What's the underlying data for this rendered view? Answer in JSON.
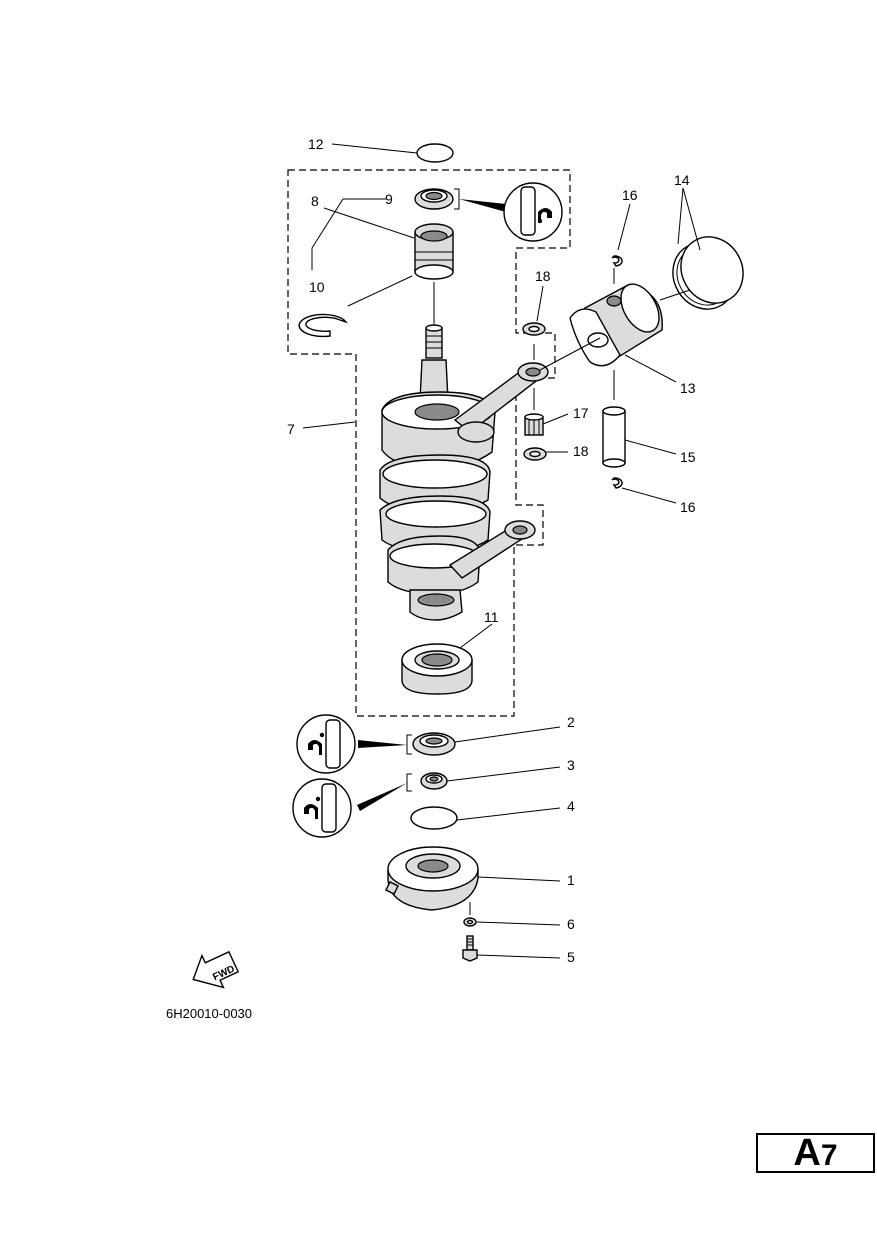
{
  "diagram": {
    "part_code": "6H20010-0030",
    "page_letter": "A",
    "page_number": "7",
    "fwd_label": "FWD",
    "callouts": {
      "c1": "1",
      "c2": "2",
      "c3": "3",
      "c4": "4",
      "c5": "5",
      "c6": "6",
      "c7": "7",
      "c8": "8",
      "c9": "9",
      "c10": "10",
      "c11": "11",
      "c12": "12",
      "c13": "13",
      "c14": "14",
      "c15": "15",
      "c16a": "16",
      "c16b": "16",
      "c17": "17",
      "c18a": "18",
      "c18b": "18"
    }
  }
}
